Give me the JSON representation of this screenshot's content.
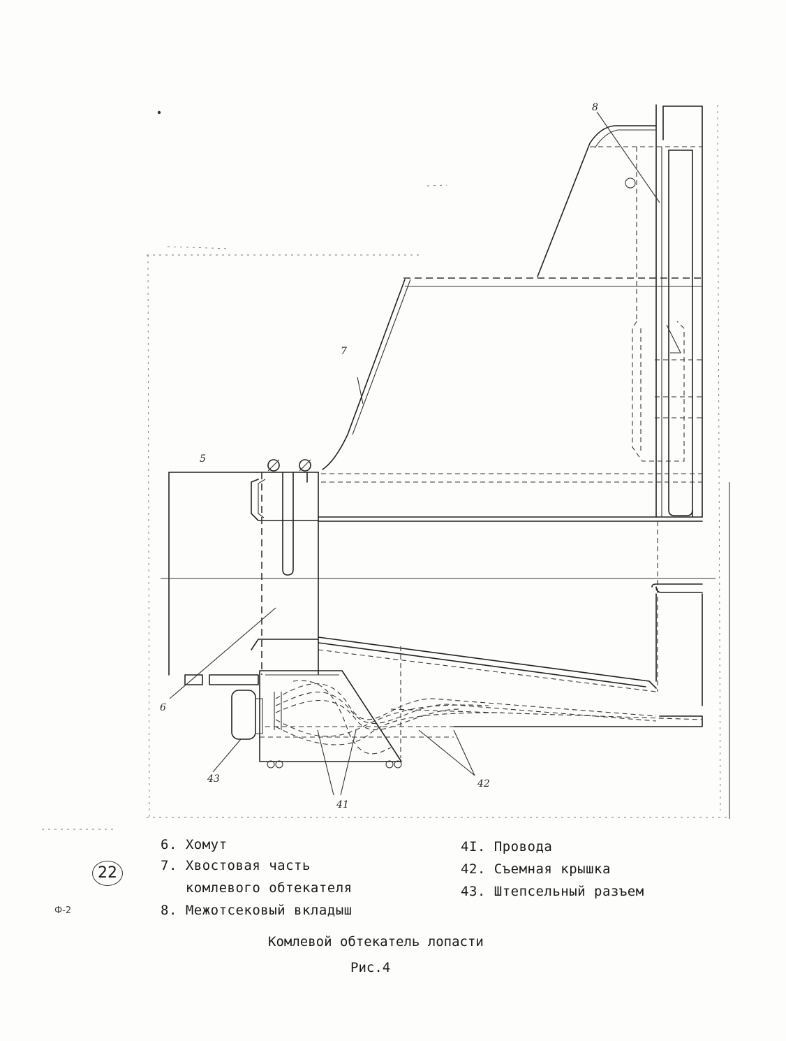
{
  "callouts": {
    "c5": "5",
    "c6": "6",
    "c7": "7",
    "c8": "8",
    "c41": "41",
    "c42": "42",
    "c43": "43"
  },
  "legend": {
    "left": [
      {
        "text": "6. Хомут"
      },
      {
        "text": "7. Хвостовая часть"
      },
      {
        "text": "   комлевого обтекателя"
      },
      {
        "text": "8. Межотсековый вкладыш"
      }
    ],
    "right": [
      {
        "text": "4I. Провода"
      },
      {
        "text": "42. Съемная крышка"
      },
      {
        "text": "43. Штепсельный разъем"
      }
    ]
  },
  "caption": {
    "title": "Комлевой обтекатель лопасти",
    "figure": "Рис.4"
  },
  "page_number": "22",
  "form_code": "Ф-2"
}
